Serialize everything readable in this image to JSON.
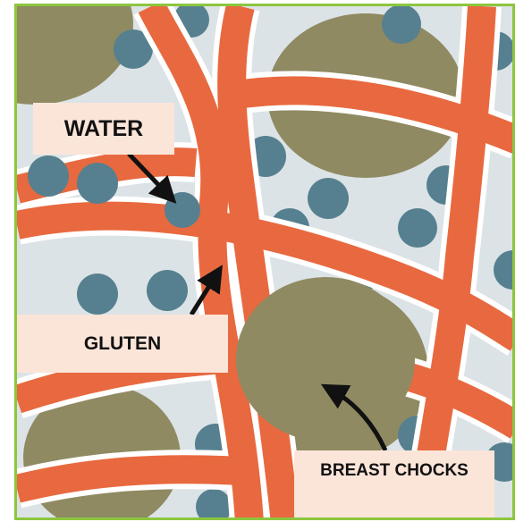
{
  "labels": {
    "water": "WATER",
    "gluten": "GLUTEN",
    "breast_chocks": "BREAST CHOCKS"
  },
  "colors": {
    "frame_border": "#8cc63f",
    "background": "#dce3e6",
    "gluten_strand": "#e8693f",
    "strand_outline": "#ffffff",
    "water_droplet": "#56808f",
    "starch_granule": "#8f8a62",
    "label_fill": "#fbe5d9",
    "arrow": "#111111"
  }
}
